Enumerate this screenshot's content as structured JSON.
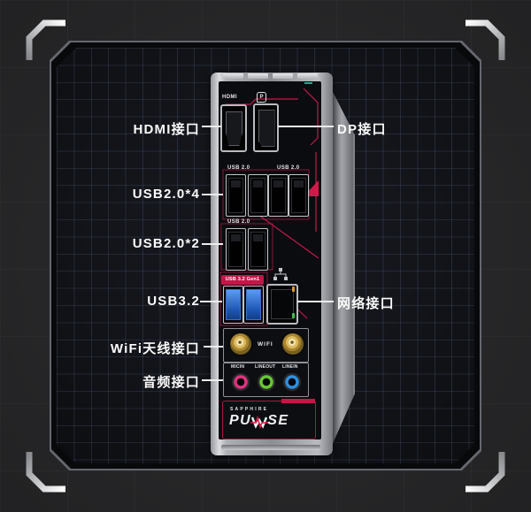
{
  "callouts": {
    "left": [
      "HDMI接口",
      "USB2.0*4",
      "USB2.0*2",
      "USB3.2",
      "WiFi天线接口",
      "音频接口"
    ],
    "right": [
      "DP接口",
      "网络接口"
    ]
  },
  "shield": {
    "hdmi_label": "HDMI",
    "dp_icon": "P",
    "usb2_labels": [
      "USB 2.0",
      "USB 2.0"
    ],
    "usb2_pair_label": "USB 2.0",
    "usb32_label": "USB 3.2 Gen1",
    "wifi_label": "WIFI",
    "audio_labels": [
      "MICIN",
      "LINEOUT",
      "LINEIN"
    ],
    "brand": {
      "top": "SAPPHIRE",
      "left": "PU",
      "right": "SE"
    }
  },
  "colors": {
    "accent_red": "#c2194a",
    "usb3_blue": "#2e6fd6",
    "audio_mic_pink": "#e0337f",
    "audio_lineout_green": "#67c832",
    "audio_linein_blue": "#2f8fe0",
    "led_orange": "#e09a28",
    "led_green": "#3fc14e",
    "antenna_gold": "#dcbb60",
    "panel_grid_tint": "#8498c2"
  }
}
